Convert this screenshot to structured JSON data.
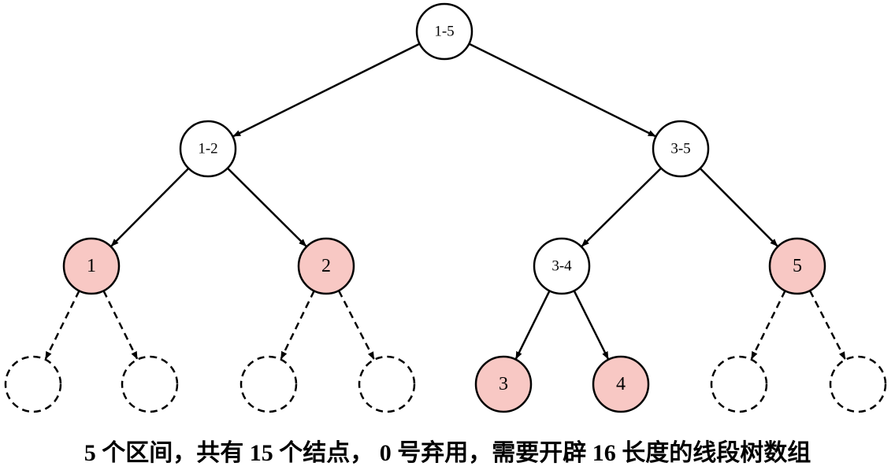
{
  "colors": {
    "stroke": "#000000",
    "plain_fill": "#ffffff",
    "leaf_fill": "#f8c8c4",
    "empty_fill": "#ffffff"
  },
  "nodes": [
    {
      "id": "n1",
      "label": "1-5",
      "kind": "internal"
    },
    {
      "id": "n2",
      "label": "1-2",
      "kind": "internal"
    },
    {
      "id": "n3",
      "label": "3-5",
      "kind": "internal"
    },
    {
      "id": "n4",
      "label": "1",
      "kind": "leaf"
    },
    {
      "id": "n5",
      "label": "2",
      "kind": "leaf"
    },
    {
      "id": "n6",
      "label": "3-4",
      "kind": "internal"
    },
    {
      "id": "n7",
      "label": "5",
      "kind": "leaf"
    },
    {
      "id": "n8",
      "label": "",
      "kind": "empty"
    },
    {
      "id": "n9",
      "label": "",
      "kind": "empty"
    },
    {
      "id": "n10",
      "label": "",
      "kind": "empty"
    },
    {
      "id": "n11",
      "label": "",
      "kind": "empty"
    },
    {
      "id": "n12",
      "label": "3",
      "kind": "leaf"
    },
    {
      "id": "n13",
      "label": "4",
      "kind": "leaf"
    },
    {
      "id": "n14",
      "label": "",
      "kind": "empty"
    },
    {
      "id": "n15",
      "label": "",
      "kind": "empty"
    }
  ],
  "edges": [
    {
      "from": "n1",
      "to": "n2",
      "style": "solid"
    },
    {
      "from": "n1",
      "to": "n3",
      "style": "solid"
    },
    {
      "from": "n2",
      "to": "n4",
      "style": "solid"
    },
    {
      "from": "n2",
      "to": "n5",
      "style": "solid"
    },
    {
      "from": "n3",
      "to": "n6",
      "style": "solid"
    },
    {
      "from": "n3",
      "to": "n7",
      "style": "solid"
    },
    {
      "from": "n4",
      "to": "n8",
      "style": "dashed"
    },
    {
      "from": "n4",
      "to": "n9",
      "style": "dashed"
    },
    {
      "from": "n5",
      "to": "n10",
      "style": "dashed"
    },
    {
      "from": "n5",
      "to": "n11",
      "style": "dashed"
    },
    {
      "from": "n6",
      "to": "n12",
      "style": "solid"
    },
    {
      "from": "n6",
      "to": "n13",
      "style": "solid"
    },
    {
      "from": "n7",
      "to": "n14",
      "style": "dashed"
    },
    {
      "from": "n7",
      "to": "n15",
      "style": "dashed"
    }
  ],
  "caption": "5 个区间，共有 15 个结点， 0 号弃用，需要开辟 16 长度的线段树数组"
}
